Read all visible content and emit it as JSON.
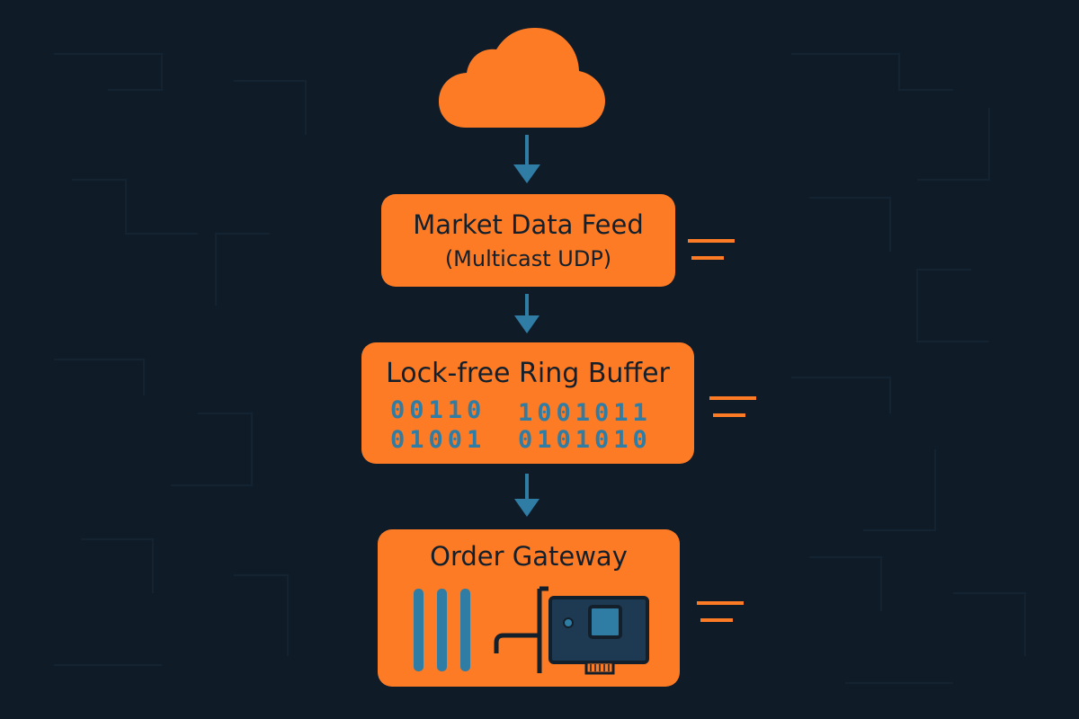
{
  "colors": {
    "background": "#0f1b27",
    "node_fill": "#fd7b25",
    "text": "#13202c",
    "accent_blue": "#2f7ca4",
    "speed_lines": "#fd7b25"
  },
  "source": {
    "icon": "cloud-icon"
  },
  "nodes": {
    "feed": {
      "title": "Market Data Feed",
      "subtitle": "(Multicast UDP)"
    },
    "buffer": {
      "title": "Lock-free Ring Buffer",
      "bits": {
        "row1_left": "00110",
        "row1_right": "1001011",
        "row2_left": "01001",
        "row2_right": "0101010"
      }
    },
    "gateway": {
      "title": "Order Gateway",
      "icons": [
        "server-bars-icon",
        "network-card-icon"
      ]
    }
  },
  "connectors": [
    "down-arrow-icon",
    "down-arrow-icon",
    "down-arrow-icon"
  ],
  "decorations": [
    "speed-lines-icon",
    "speed-lines-icon",
    "speed-lines-icon"
  ]
}
